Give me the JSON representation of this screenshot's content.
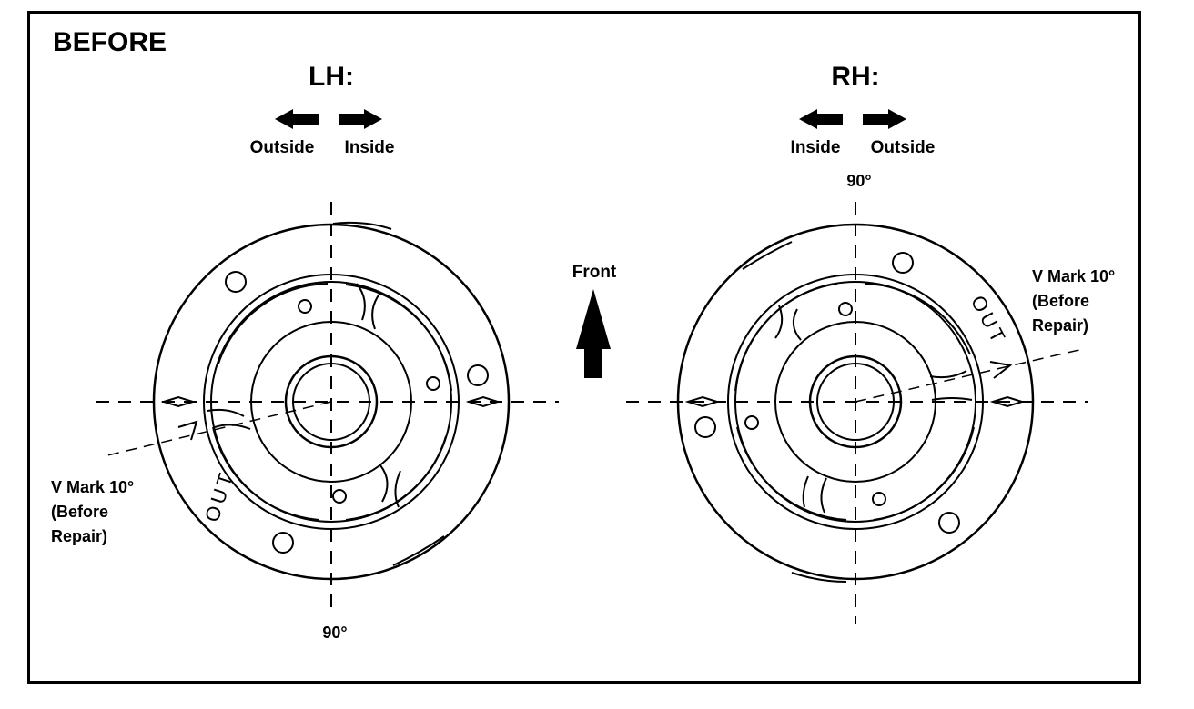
{
  "title": "BEFORE",
  "left": {
    "side_label": "LH:",
    "arrow_left_label": "Outside",
    "arrow_right_label": "Inside",
    "angle_label": "90°",
    "out_text": "OUT",
    "vmark_line1": "V Mark 10°",
    "vmark_line2": "(Before",
    "vmark_line3": "Repair)"
  },
  "right": {
    "side_label": "RH:",
    "arrow_left_label": "Inside",
    "arrow_right_label": "Outside",
    "angle_label": "90°",
    "out_text": "OUT",
    "vmark_line1": "V Mark 10°",
    "vmark_line2": "(Before",
    "vmark_line3": "Repair)"
  },
  "center": {
    "front_label": "Front"
  }
}
